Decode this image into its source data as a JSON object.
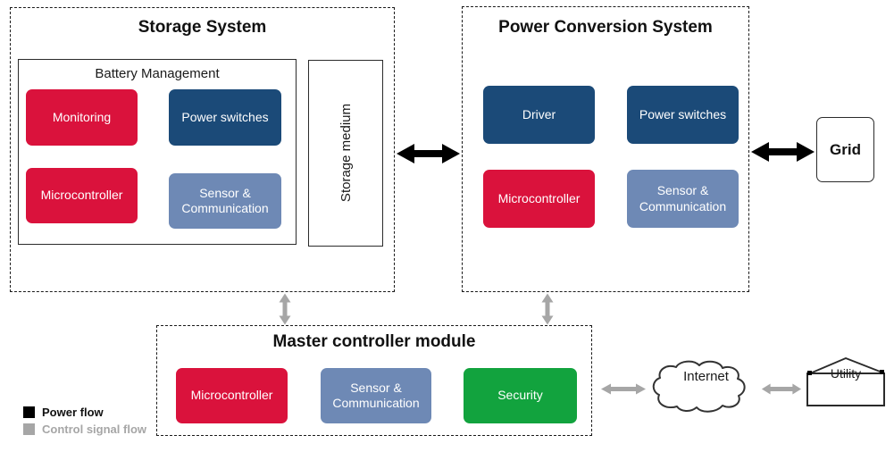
{
  "colors": {
    "red": "#DA123C",
    "dark_blue": "#1B4A78",
    "slate_blue": "#6E89B5",
    "green": "#12A33E",
    "gray": "#A6A6A6",
    "black": "#000000"
  },
  "storage_system": {
    "title": "Storage System",
    "battery_management": {
      "title": "Battery Management",
      "modules": [
        {
          "label": "Monitoring",
          "color": "red"
        },
        {
          "label": "Power switches",
          "color": "dark_blue"
        },
        {
          "label": "Microcontroller",
          "color": "red"
        },
        {
          "label": "Sensor & Communication",
          "color": "slate_blue"
        }
      ]
    },
    "storage_medium_label": "Storage medium"
  },
  "power_conversion_system": {
    "title": "Power Conversion System",
    "modules": [
      {
        "label": "Driver",
        "color": "dark_blue"
      },
      {
        "label": "Power switches",
        "color": "dark_blue"
      },
      {
        "label": "Microcontroller",
        "color": "red"
      },
      {
        "label": "Sensor & Communication",
        "color": "slate_blue"
      }
    ]
  },
  "grid": {
    "label": "Grid"
  },
  "master_controller": {
    "title": "Master controller module",
    "modules": [
      {
        "label": "Microcontroller",
        "color": "red"
      },
      {
        "label": "Sensor & Communication",
        "color": "slate_blue"
      },
      {
        "label": "Security",
        "color": "green"
      }
    ]
  },
  "internet": {
    "label": "Internet"
  },
  "utility": {
    "label": "Utility"
  },
  "legend": {
    "power_flow": "Power flow",
    "control_signal_flow": "Control signal flow"
  }
}
